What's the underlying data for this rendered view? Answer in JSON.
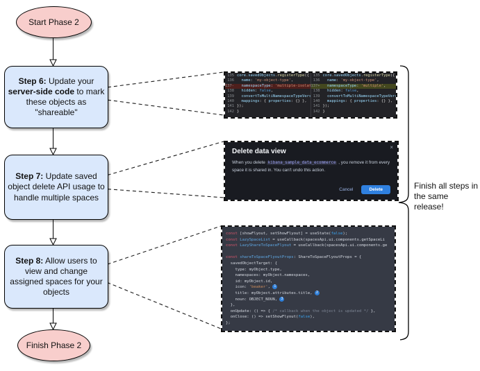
{
  "flowchart": {
    "start": {
      "label": "Start Phase 2"
    },
    "finish": {
      "label": "Finish Phase 2"
    },
    "steps": [
      {
        "bold1": "Step 6:",
        "t1": " Update your ",
        "bold2": "server-side code",
        "t2": " to mark these objects as \"shareable\""
      },
      {
        "bold1": "Step 7:",
        "t1": " Update saved object delete API usage to handle multiple spaces"
      },
      {
        "bold1": "Step 8:",
        "t1": " Allow users to view and change assigned spaces for your objects"
      }
    ],
    "brace_note": "Finish all steps in the same release!"
  },
  "diff_panel": {
    "left_lines": [
      {
        "num": "135",
        "type": "",
        "tokens": [
          [
            "core",
            "v"
          ],
          [
            ".",
            "p"
          ],
          [
            "savedObjects",
            "v"
          ],
          [
            ".",
            "p"
          ],
          [
            "registerType",
            "fn"
          ],
          [
            "({",
            "p"
          ]
        ]
      },
      {
        "num": "136",
        "type": "",
        "tokens": [
          [
            "  name",
            "prop"
          ],
          [
            ": ",
            "p"
          ],
          [
            "'my-object-type'",
            "str"
          ],
          [
            ",",
            "p"
          ]
        ]
      },
      {
        "num": "137-",
        "type": "del",
        "tokens": [
          [
            "  namespaceType",
            "prop"
          ],
          [
            ": ",
            "p"
          ],
          [
            "'multiple-isolated'",
            "str"
          ],
          [
            ",",
            "p"
          ]
        ]
      },
      {
        "num": "138",
        "type": "",
        "tokens": [
          [
            "  hidden",
            "prop"
          ],
          [
            ": ",
            "p"
          ],
          [
            "false",
            "kw"
          ],
          [
            ",",
            "p"
          ]
        ]
      },
      {
        "num": "139",
        "type": "",
        "tokens": [
          [
            "  convertToMultiNamespaceTypeVersion",
            "prop"
          ],
          [
            ": ",
            "p"
          ],
          [
            "'",
            "str"
          ]
        ]
      },
      {
        "num": "140",
        "type": "",
        "tokens": [
          [
            "  mappings",
            "prop"
          ],
          [
            ": { ",
            "p"
          ],
          [
            "properties",
            "prop"
          ],
          [
            ": {} },",
            "p"
          ]
        ]
      },
      {
        "num": "141",
        "type": "",
        "tokens": [
          [
            "});",
            "p"
          ]
        ]
      },
      {
        "num": "142",
        "type": "",
        "tokens": [
          [
            "}",
            "p"
          ]
        ]
      }
    ],
    "right_lines": [
      {
        "num": "135",
        "type": "",
        "tokens": [
          [
            "core",
            "v"
          ],
          [
            ".",
            "p"
          ],
          [
            "savedObjects",
            "v"
          ],
          [
            ".",
            "p"
          ],
          [
            "registerType",
            "fn"
          ],
          [
            "({",
            "p"
          ]
        ]
      },
      {
        "num": "136",
        "type": "",
        "tokens": [
          [
            "  name",
            "prop"
          ],
          [
            ": ",
            "p"
          ],
          [
            "'my-object-type'",
            "str"
          ],
          [
            ",",
            "p"
          ]
        ]
      },
      {
        "num": "137+",
        "type": "add",
        "tokens": [
          [
            "  namespaceType",
            "prop"
          ],
          [
            ": ",
            "p"
          ],
          [
            "'multiple'",
            "str"
          ],
          [
            ",",
            "p"
          ]
        ]
      },
      {
        "num": "138",
        "type": "",
        "tokens": [
          [
            "  hidden",
            "prop"
          ],
          [
            ": ",
            "p"
          ],
          [
            "false",
            "kw"
          ],
          [
            ",",
            "p"
          ]
        ]
      },
      {
        "num": "139",
        "type": "",
        "tokens": [
          [
            "  convertToMultiNamespaceTypeVersion",
            "prop"
          ],
          [
            ": ",
            "p"
          ],
          [
            "'",
            "str"
          ]
        ]
      },
      {
        "num": "140",
        "type": "",
        "tokens": [
          [
            "  mappings",
            "prop"
          ],
          [
            ": { ",
            "p"
          ],
          [
            "properties",
            "prop"
          ],
          [
            ": {} },",
            "p"
          ]
        ]
      },
      {
        "num": "141",
        "type": "",
        "tokens": [
          [
            "});",
            "p"
          ]
        ]
      },
      {
        "num": "142",
        "type": "",
        "tokens": [
          [
            "}",
            "p"
          ]
        ]
      }
    ]
  },
  "modal": {
    "title": "Delete data view",
    "close_icon": "×",
    "body_pre": "When you delete ",
    "body_code": "kibana_sample_data_ecommerce",
    "body_post": " , you remove it from every space it is shared in. You can't undo this action.",
    "cancel_label": "Cancel",
    "delete_label": "Delete"
  },
  "code_panel": {
    "lines": [
      [
        [
          "const",
          "kw"
        ],
        [
          " [showFlyout, setShowFlyout] = useState(",
          "pl"
        ],
        [
          "false",
          "bool"
        ],
        [
          ");",
          "pl"
        ]
      ],
      [
        [
          "const",
          "kw"
        ],
        [
          " ",
          "pl"
        ],
        [
          "LazySpaceList",
          "var"
        ],
        [
          " = useCallback(spacesApi.ui.components.getSpaceLi",
          "pl"
        ]
      ],
      [
        [
          "const",
          "kw"
        ],
        [
          " ",
          "pl"
        ],
        [
          "LazyShareToSpaceFlyout",
          "var"
        ],
        [
          " = useCallback(spacesApi.ui.components.ge",
          "pl"
        ]
      ],
      [],
      [
        [
          "const",
          "kw"
        ],
        [
          " ",
          "pl"
        ],
        [
          "shareToSpaceFlyoutProps",
          "var"
        ],
        [
          ": ShareToSpaceFlyoutProps = {",
          "pl"
        ]
      ],
      [
        [
          "  savedObjectTarget: {",
          "pl"
        ]
      ],
      [
        [
          "    type: myObject.type,",
          "pl"
        ]
      ],
      [
        [
          "    namespaces: myObject.namespaces,",
          "pl"
        ]
      ],
      [
        [
          "    id: myObject.id,",
          "pl"
        ]
      ],
      [
        [
          "    icon: ",
          "pl"
        ],
        [
          "'beaker'",
          "str"
        ],
        [
          ", ",
          "pl"
        ],
        [
          "1",
          "badge"
        ]
      ],
      [
        [
          "    title: myObject.attributes.title, ",
          "pl"
        ],
        [
          "2",
          "badge"
        ]
      ],
      [
        [
          "    noun: OBJECT_NOUN, ",
          "pl"
        ],
        [
          "3",
          "badge"
        ]
      ],
      [
        [
          "  },",
          "pl"
        ]
      ],
      [
        [
          "  onUpdate: () => { ",
          "pl"
        ],
        [
          "/* callback when the object is updated */",
          "com"
        ],
        [
          " },",
          "pl"
        ]
      ],
      [
        [
          "  onClose: () => setShowFlyout(",
          "pl"
        ],
        [
          "false",
          "bool"
        ],
        [
          "),",
          "pl"
        ]
      ],
      [
        [
          "};",
          "pl"
        ]
      ]
    ]
  },
  "colors": {
    "node_blue": "#dae8fc",
    "node_pink": "#f8cecc",
    "delete_button_blue": "#2f80df",
    "diff_removed_bg": "#4e1f1c",
    "diff_added_bg": "#44481f"
  }
}
